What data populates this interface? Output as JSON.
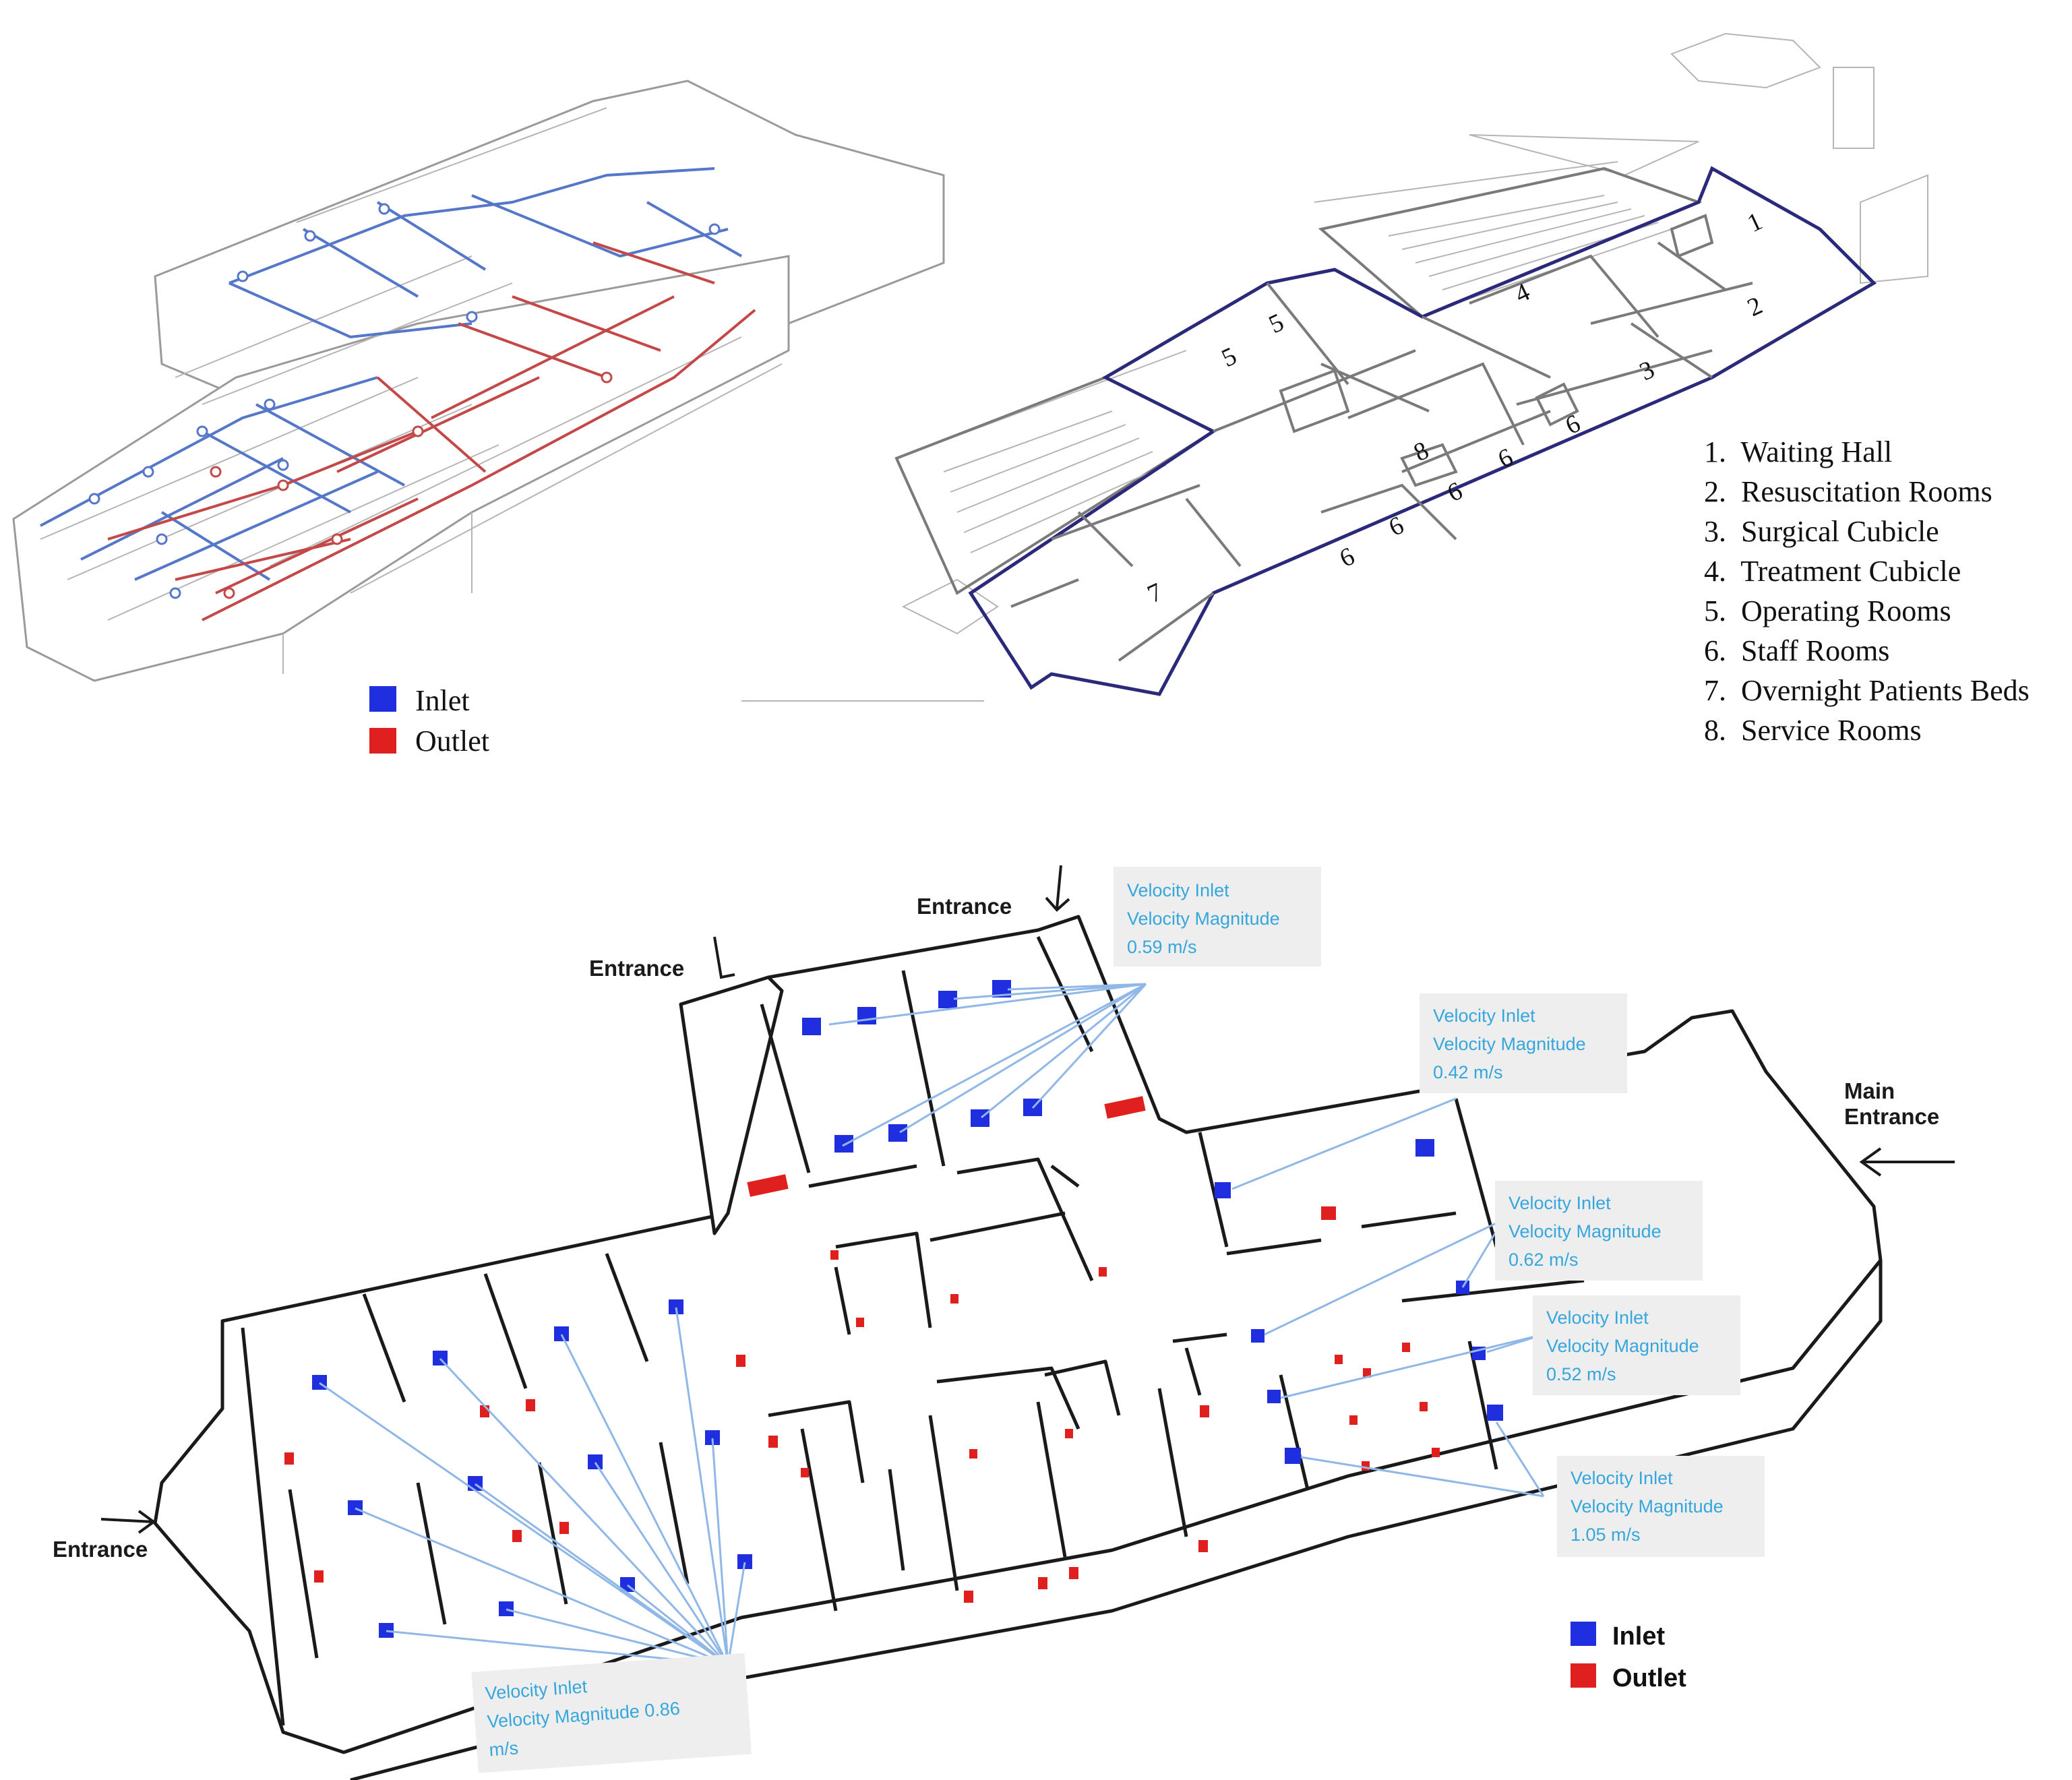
{
  "colors": {
    "inlet": "#1f2fe0",
    "outlet": "#e01f1f",
    "callout_text": "#35a7dc",
    "boundary": "#2b2a7a"
  },
  "top_left_legend": [
    {
      "label": "Inlet",
      "color": "#1f2fe0"
    },
    {
      "label": "Outlet",
      "color": "#e01f1f"
    }
  ],
  "room_list": [
    "1.  Waiting Hall",
    "2.  Resuscitation Rooms",
    "3.  Surgical Cubicle",
    "4.  Treatment Cubicle",
    "5.  Operating Rooms",
    "6.  Staff Rooms",
    "7.  Overnight Patients Beds",
    "8.  Service Rooms"
  ],
  "plan_numbers": [
    "1",
    "2",
    "3",
    "4",
    "5",
    "5",
    "6",
    "6",
    "6",
    "6",
    "6",
    "7",
    "8"
  ],
  "entrances": {
    "top_left": "Entrance",
    "top_center": "Entrance",
    "left": "Entrance",
    "main_line1": "Main",
    "main_line2": "Entrance"
  },
  "callouts": [
    {
      "line1": "Velocity Inlet",
      "line2": "Velocity Magnitude",
      "line3": "0.59 m/s"
    },
    {
      "line1": "Velocity Inlet",
      "line2": "Velocity Magnitude",
      "line3": "0.42 m/s"
    },
    {
      "line1": "Velocity Inlet",
      "line2": "Velocity Magnitude",
      "line3": "0.62 m/s"
    },
    {
      "line1": "Velocity Inlet",
      "line2": "Velocity Magnitude",
      "line3": "0.52 m/s"
    },
    {
      "line1": "Velocity Inlet",
      "line2": "Velocity Magnitude",
      "line3": "1.05 m/s"
    },
    {
      "line1": "Velocity Inlet",
      "line2": "Velocity Magnitude 0.86",
      "line3": "m/s"
    }
  ],
  "bottom_legend": [
    {
      "label": "Inlet",
      "color": "#1f2fe0"
    },
    {
      "label": "Outlet",
      "color": "#e01f1f"
    }
  ]
}
